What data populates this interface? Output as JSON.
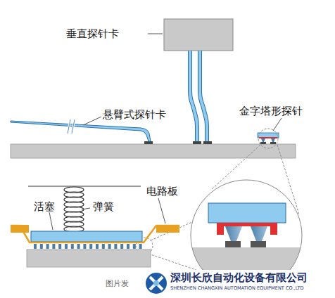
{
  "diagram": {
    "labels": [
      "垂直探针卡",
      "悬臂式探针卡",
      "金字塔形探针",
      "电路板",
      "活塞",
      "弹簧",
      "图片发",
      "深圳长欣自动化设备有限公司",
      "SHENZHEN CHANGXIN AUTOMATION EQUIPMENT CO.,LTD"
    ]
  }
}
